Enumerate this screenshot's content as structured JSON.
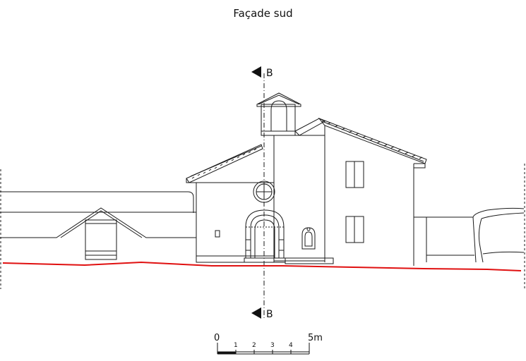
{
  "title": "Façade sud",
  "section_marker": {
    "label": "B"
  },
  "scale_bar": {
    "start_label": "0",
    "tick_labels": [
      "1",
      "2",
      "3",
      "4"
    ],
    "end_label": "5m"
  },
  "colors": {
    "line": "#1a1a1a",
    "ground_line": "#e01010",
    "background": "#ffffff"
  }
}
